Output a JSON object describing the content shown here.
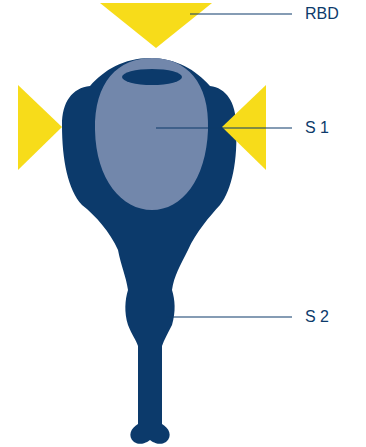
{
  "diagram": {
    "labels": [
      "RBD",
      "S 1",
      "S 2"
    ]
  }
}
